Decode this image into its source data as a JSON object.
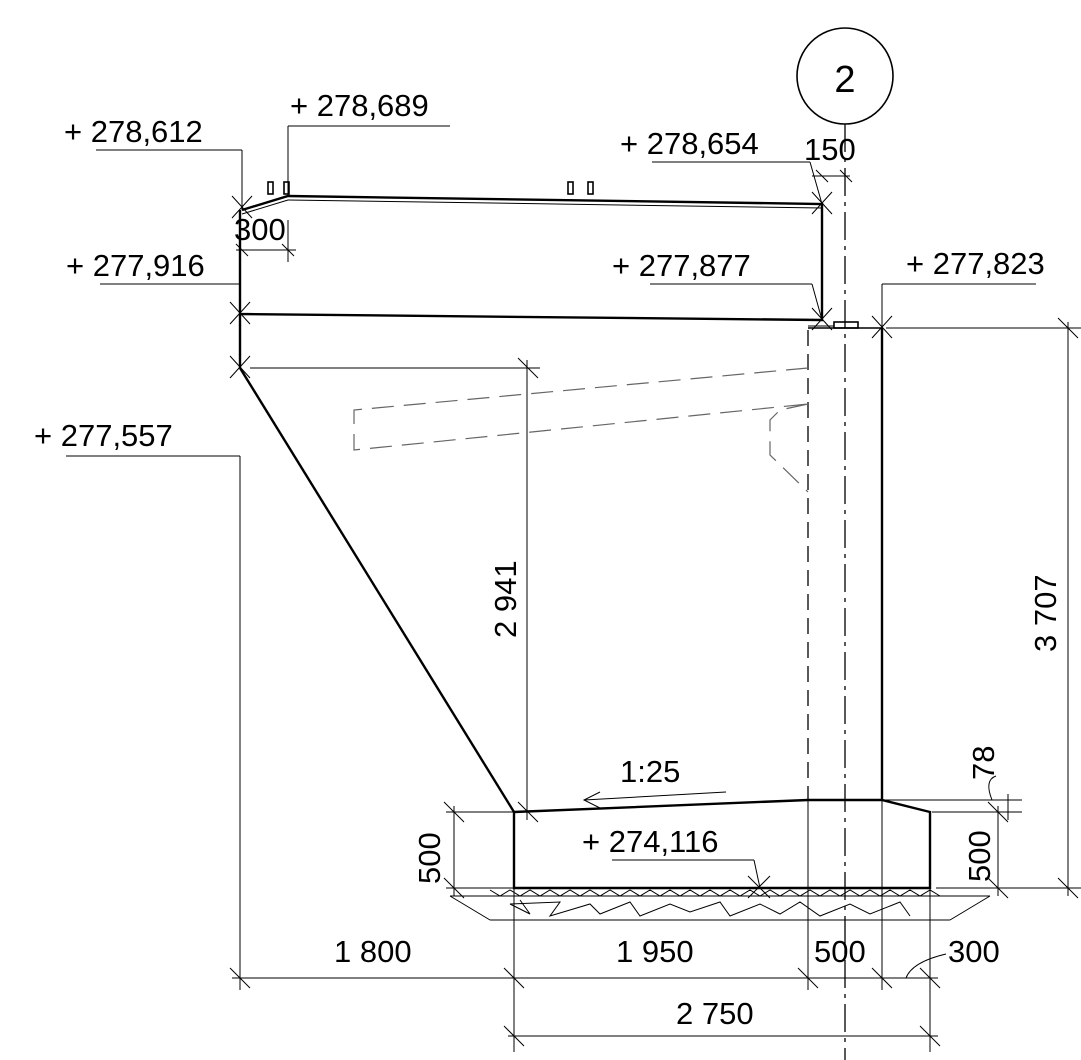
{
  "axis_marker": {
    "label": "2"
  },
  "elevations": {
    "top_left": "+ 278,612",
    "top_left_inner": "+ 278,689",
    "top_right": "+ 278,654",
    "beam_bottom_left": "+ 277,916",
    "beam_bottom_right": "+ 277,877",
    "wall_top": "+ 277,823",
    "haunch_bottom": "+ 277,557",
    "footing_bottom": "+ 274,116"
  },
  "dimensions": {
    "dim_150": "150",
    "dim_300_top": "300",
    "dim_2941": "2 941",
    "dim_3707": "3 707",
    "dim_78": "78",
    "dim_500_left": "500",
    "dim_500_right": "500",
    "dim_1800": "1 800",
    "dim_1950": "1 950",
    "dim_500_bottom": "500",
    "dim_300_bottom": "300",
    "dim_2750": "2 750"
  },
  "slope": {
    "label": "1:25"
  }
}
